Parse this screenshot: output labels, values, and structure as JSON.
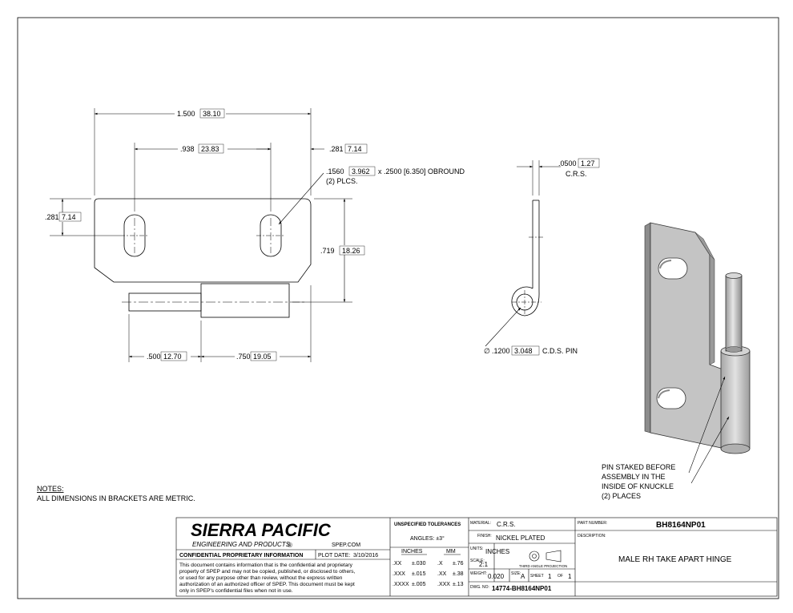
{
  "colors": {
    "line": "#000000",
    "part_light": "#d8d8d8",
    "part_mid": "#b8b8b8",
    "part_dark": "#8c8c8c"
  },
  "dimensions": {
    "overall_width": [
      "1.500",
      "38.10"
    ],
    "slot_spacing": [
      ".938",
      "23.83"
    ],
    "edge_to_slot": [
      ".281",
      "7.14"
    ],
    "slot_callout": [
      ".1560",
      "3.962",
      "x .2500 [6.350] OBROUND",
      "(2) PLCS."
    ],
    "left_edge_to_slot": [
      ".281",
      "7.14"
    ],
    "height": [
      ".719",
      "18.26"
    ],
    "pin_length": [
      ".500",
      "12.70"
    ],
    "knuckle_length": [
      ".750",
      "19.05"
    ],
    "thickness": [
      ".0500",
      "1.27",
      "C.R.S."
    ],
    "pin_diameter": [
      "∅",
      ".1200",
      "3.048",
      "C.D.S. PIN"
    ]
  },
  "annotations": {
    "pin_note": [
      "PIN STAKED BEFORE",
      "ASSEMBLY IN THE",
      "INSIDE OF KNUCKLE",
      "(2) PLACES"
    ]
  },
  "notes": {
    "title": "NOTES:",
    "line1": "ALL DIMENSIONS IN BRACKETS ARE METRIC."
  },
  "title_block": {
    "company": "SIERRA PACIFIC",
    "subtitle": "ENGINEERING AND PRODUCTS",
    "registered": "®",
    "web": "SPEP.COM",
    "confidential_title": "CONFIDENTIAL PROPRIETARY INFORMATION",
    "plot_date_label": "PLOT DATE:",
    "plot_date": "3/10/2016",
    "confidential_text": [
      "This document contains information that is the confidential and proprietary",
      "property of SPEP and may not be copied, published, or disclosed to others,",
      "or used for any purpose  other than review, without the express written",
      "authorization of an authorized officer of SPEP. This document must be kept",
      "only in SPEP's confidential files when not in use."
    ],
    "tolerances_title": "UNSPECIFIED TOLERANCES",
    "angles": "ANGLES: ±3°",
    "inches_label": "INCHES",
    "mm_label": "MM",
    "tol_rows": [
      [
        ".XX",
        "±.030",
        ".X",
        "±.76"
      ],
      [
        ".XXX",
        "±.015",
        ".XX",
        "±.38"
      ],
      [
        ".XXXX",
        "±.005",
        ".XXX",
        "±.13"
      ]
    ],
    "material_label": "MATERIAL:",
    "material": "C.R.S.",
    "finish_label": "FINISH:",
    "finish": "NICKEL PLATED",
    "units_label": "UNITS:",
    "units": "INCHES",
    "projection_label": "THIRD ANGLE PROJECTION",
    "scale_label": "SCALE:",
    "scale": "2:1",
    "weight_label": "WEIGHT:",
    "weight": "0.020",
    "size_label": "SIZE:",
    "size": "A",
    "sheet_label": "SHEET",
    "sheet": "1",
    "of_label": "OF",
    "sheet_total": "1",
    "dwg_label": "DWG. NO:",
    "dwg_no": "14774-BH8164NP01",
    "part_number_label": "PART NUMBER:",
    "part_number": "BH8164NP01",
    "description_label": "DESCRIPTION:",
    "description": "MALE RH TAKE APART HINGE"
  }
}
